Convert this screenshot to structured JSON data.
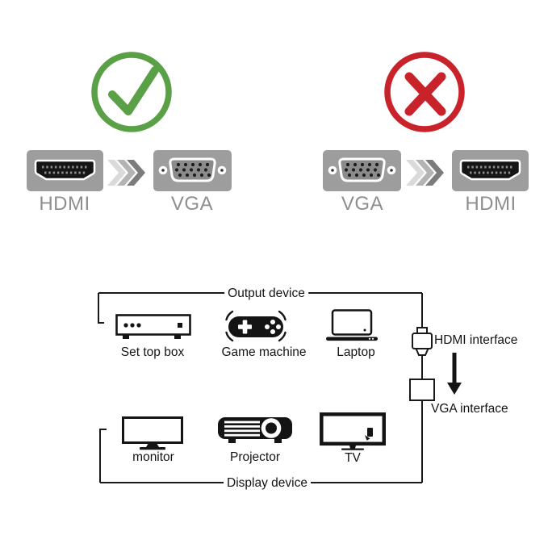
{
  "title": "HDMI to VGA adapter usage infographic",
  "colors": {
    "check_green": "#5aa046",
    "cross_red": "#c8232a",
    "connector_gray": "#9d9d9d",
    "connector_inner_gray": "#8b8b8b",
    "connector_label_gray": "#8e8e8e",
    "chevron_light": "#dadada",
    "chevron_mid": "#b4b4b4",
    "chevron_dark": "#7c7c7c"
  },
  "correct_panel": {
    "verdict_icon": "check-circle-icon",
    "from_label": "HDMI",
    "to_label": "VGA"
  },
  "incorrect_panel": {
    "verdict_icon": "cross-circle-icon",
    "from_label": "VGA",
    "to_label": "HDMI"
  },
  "diagram": {
    "output_group_label": "Output device",
    "display_group_label": "Display device",
    "hdmi_interface_label": "HDMI interface",
    "vga_interface_label": "VGA interface",
    "arrow_icon": "down-arrow-icon",
    "output_devices": [
      {
        "icon": "set-top-box-icon",
        "label": "Set top box"
      },
      {
        "icon": "gamepad-icon",
        "label": "Game machine"
      },
      {
        "icon": "laptop-icon",
        "label": "Laptop"
      }
    ],
    "display_devices": [
      {
        "icon": "monitor-icon",
        "label": "monitor"
      },
      {
        "icon": "projector-icon",
        "label": "Projector"
      },
      {
        "icon": "tv-icon",
        "label": "TV"
      }
    ]
  }
}
